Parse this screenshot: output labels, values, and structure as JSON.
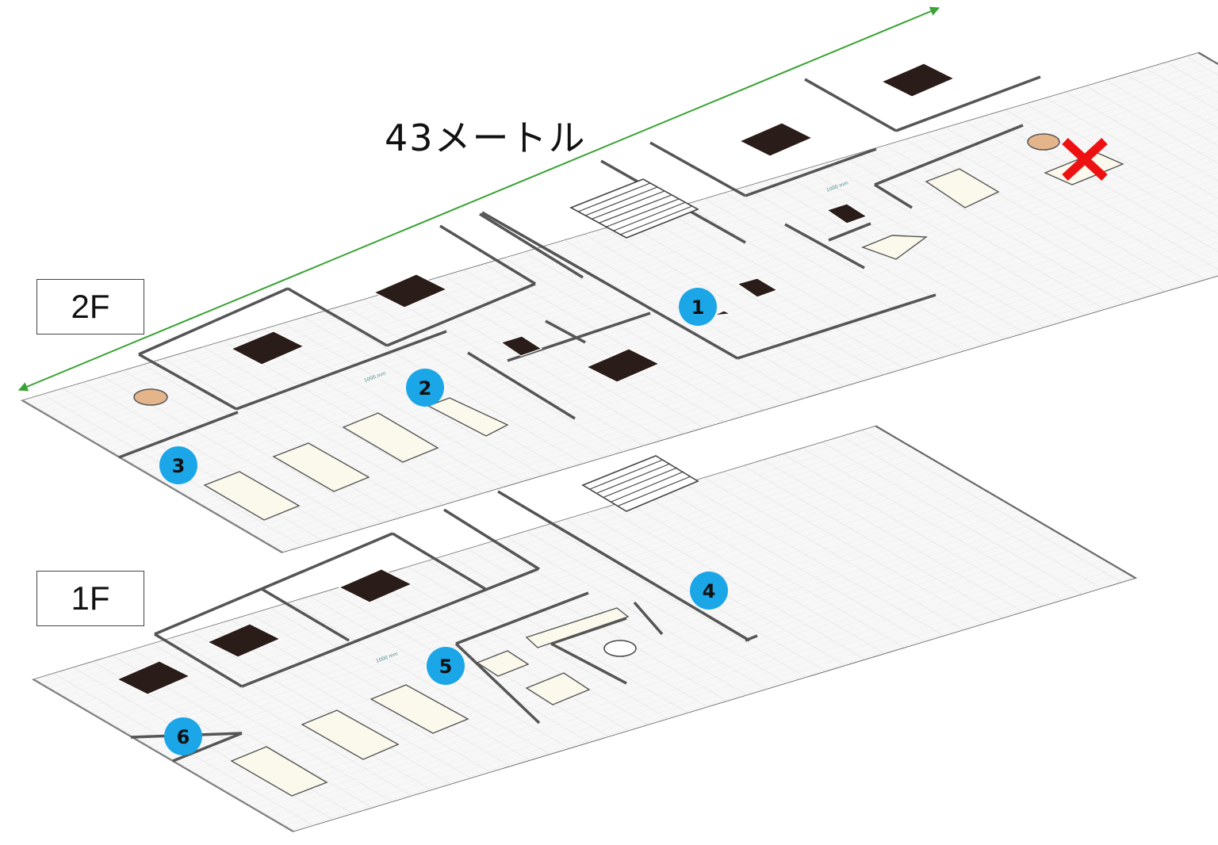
{
  "dimension": {
    "label": "43メートル",
    "color": "#3aa335"
  },
  "floors": [
    {
      "id": "2F",
      "label": "2F"
    },
    {
      "id": "1F",
      "label": "1F"
    }
  ],
  "markers": [
    {
      "number": "1",
      "floor": "2F"
    },
    {
      "number": "2",
      "floor": "2F"
    },
    {
      "number": "3",
      "floor": "2F"
    },
    {
      "number": "4",
      "floor": "1F"
    },
    {
      "number": "5",
      "floor": "1F"
    },
    {
      "number": "6",
      "floor": "1F"
    }
  ],
  "scale_note": "1000 mm",
  "colors": {
    "marker_fill": "#1ba6e8",
    "cross": "#ee1111",
    "grid": "#d9d9d9",
    "floor_fill": "#f7f7f7",
    "wall": "#555555",
    "desk_dark": "#2a1c18",
    "desk_light": "#fbf9ec",
    "round_table": "#e4b48a"
  },
  "icons": [
    "stairs-icon",
    "cross-mark-icon",
    "round-table-icon",
    "desk-cluster-icon"
  ]
}
